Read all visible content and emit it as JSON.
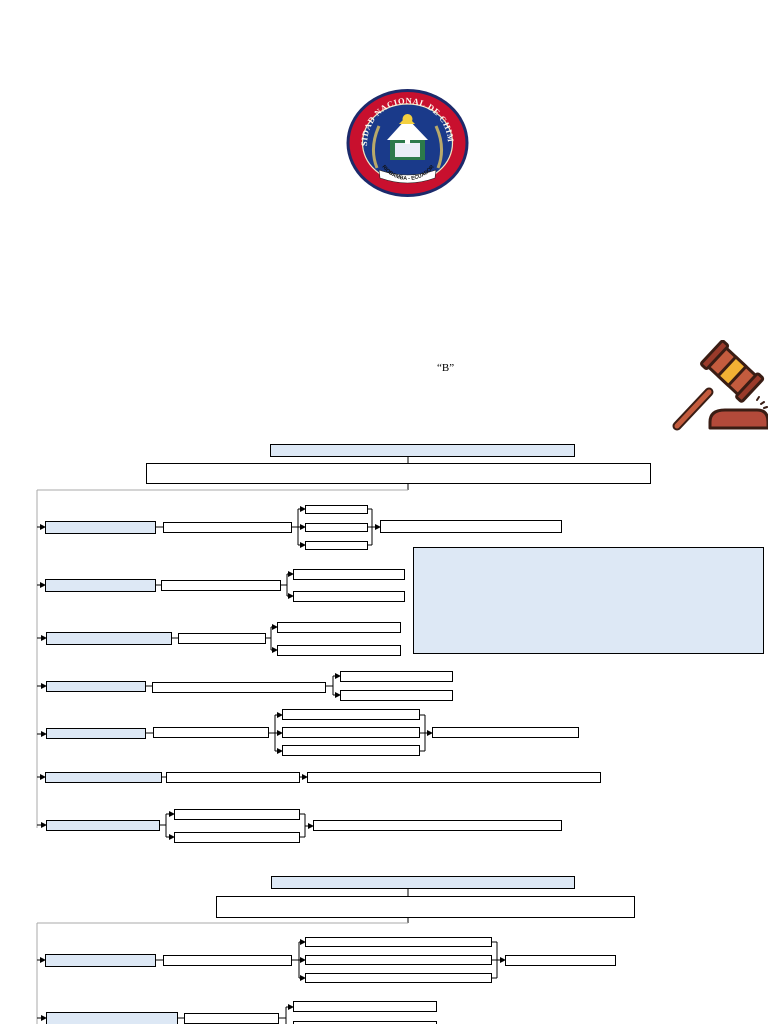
{
  "header": {
    "logo": {
      "seal_text_top": "UNIVERSIDAD NACIONAL DE CHIMBORAZO",
      "seal_text_bottom": "RIOBAMBA - ECUADOR",
      "colors": {
        "outer": "#1c2a6b",
        "ring": "#c8102e",
        "inner": "#1a3a8a",
        "laurel": "#b8a96a"
      }
    },
    "section_letter": "“B”",
    "gavel_icon": "gavel-icon"
  },
  "diagram": {
    "colors": {
      "title_fill": "#dde8f5",
      "box_fill": "#ffffff",
      "note_fill": "#dde8f5",
      "stroke": "#000000",
      "trunk": "#a9a9a9"
    },
    "maps": [
      {
        "title": "",
        "subtitle": "",
        "note": "",
        "rows": [
          {
            "heading": "",
            "concept": "",
            "items": [
              "",
              "",
              ""
            ],
            "result": ""
          },
          {
            "heading": "",
            "concept": "",
            "items": [
              "",
              ""
            ]
          },
          {
            "heading": "",
            "concept": "",
            "items": [
              "",
              ""
            ]
          },
          {
            "heading": "",
            "concept": "",
            "items": [
              "",
              ""
            ]
          },
          {
            "heading": "",
            "concept": "",
            "items": [
              "",
              "",
              ""
            ],
            "result": ""
          },
          {
            "heading": "",
            "concept": "",
            "result": ""
          },
          {
            "heading": "",
            "items": [
              "",
              ""
            ],
            "result": ""
          }
        ]
      },
      {
        "title": "",
        "subtitle": "",
        "rows": [
          {
            "heading": "",
            "concept": "",
            "items": [
              "",
              "",
              ""
            ],
            "result": ""
          },
          {
            "heading": "",
            "concept": "",
            "items": [
              "",
              ""
            ]
          }
        ]
      }
    ]
  }
}
